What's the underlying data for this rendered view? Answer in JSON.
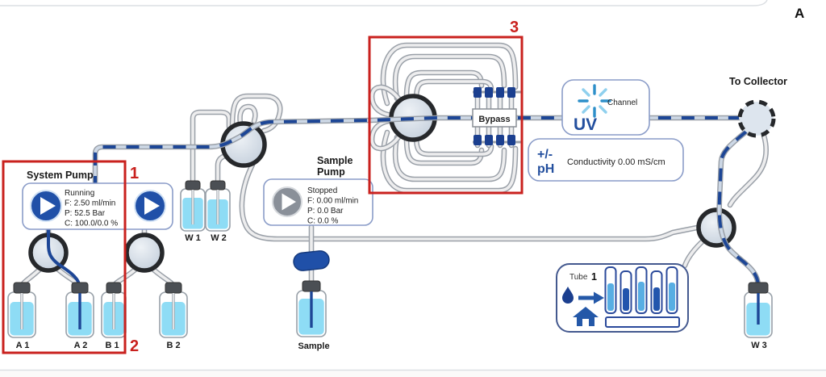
{
  "figure": {
    "label": "A"
  },
  "annotations": {
    "box1_label": "1",
    "box2_label": "2",
    "box3_label": "3",
    "color": "#c9211e"
  },
  "system_pump": {
    "title": "System Pump",
    "status": "Running",
    "flow": "F: 2.50 ml/min",
    "pressure": "P: 52.5  Bar",
    "composition": "C: 100.0/0.0 %"
  },
  "sample_pump": {
    "title_line1": "Sample",
    "title_line2": "Pump",
    "status": "Stopped",
    "flow": "F: 0.00 ml/min",
    "pressure": "P: 0.0  Bar",
    "composition": "C: 0.0 %"
  },
  "column_valve": {
    "position_label": "Bypass"
  },
  "monitors": {
    "uv_label": "UV",
    "uv_channel": "Channel",
    "ph_symbol_line1": "+/-",
    "ph_symbol_line2": "pH",
    "conductivity": "Conductivity 0.00 mS/cm"
  },
  "outlet": {
    "to_collector": "To Collector"
  },
  "fraction_collector": {
    "tube_word": "Tube",
    "tube_number": "1"
  },
  "bottles": {
    "a1": "A 1",
    "a2": "A 2",
    "b1": "B 1",
    "b2": "B 2",
    "w1": "W 1",
    "w2": "W 2",
    "sample": "Sample",
    "w3": "W 3"
  },
  "colors": {
    "annotation_red": "#c9211e",
    "pump_blue": "#2050a8",
    "flow_blue": "#1d4696",
    "liquid_cyan": "#8edcf5",
    "tube_gray": "#9aa0a8",
    "box_border_blue": "#8a9cc8",
    "uv_text_blue": "#234f9e",
    "uv_ray_blue": "#2d8fc9",
    "column_cap_blue": "#1b3f8f"
  }
}
